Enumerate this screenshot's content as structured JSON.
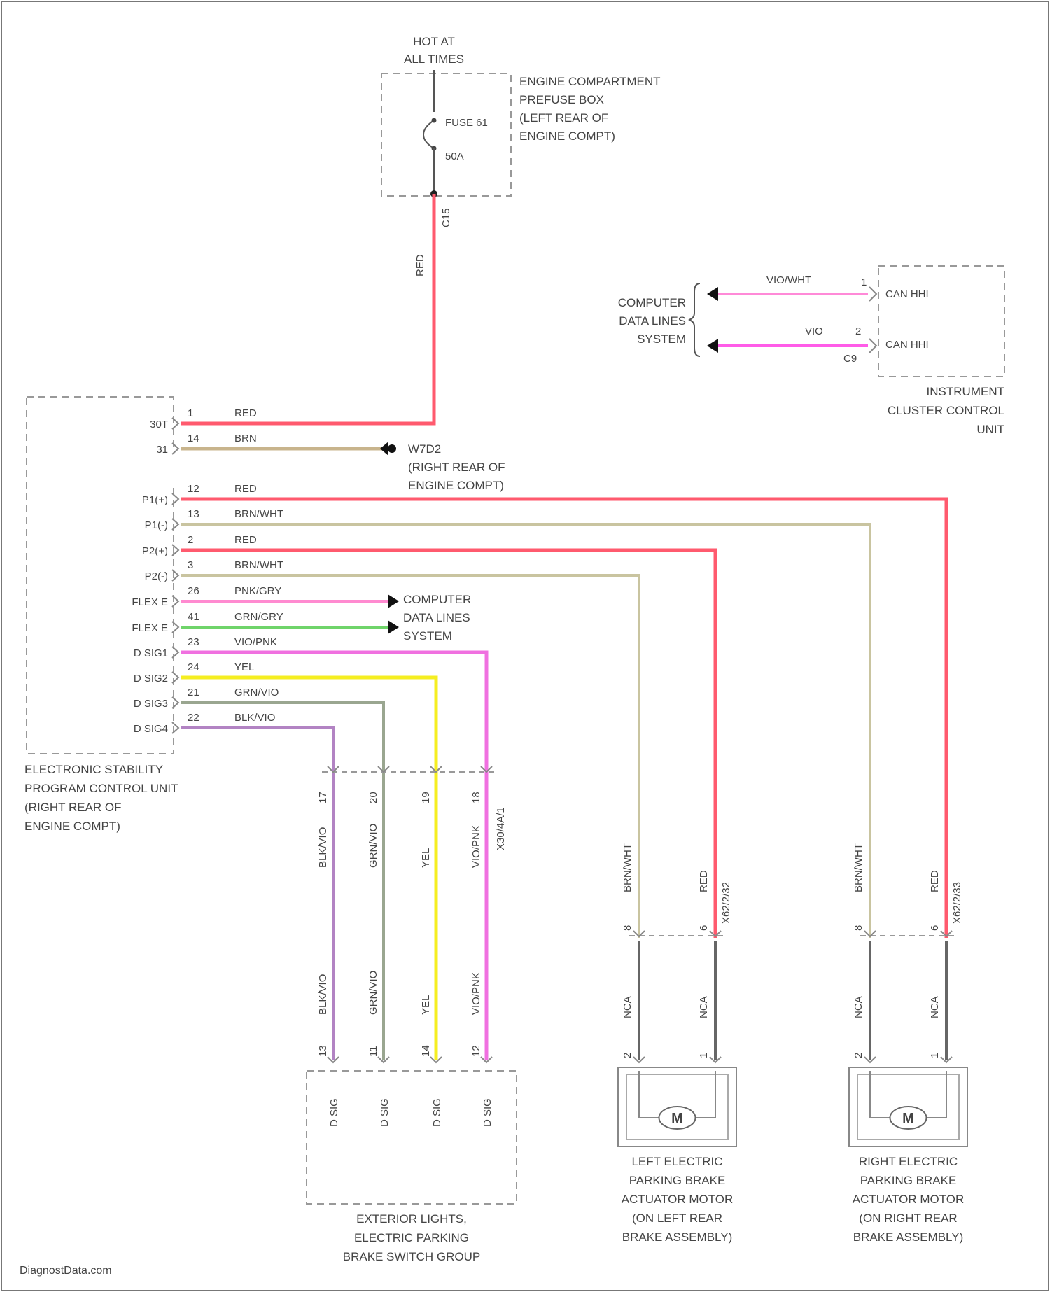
{
  "fuse_box": {
    "hot": [
      "HOT AT",
      "ALL TIMES"
    ],
    "fuse_name": "FUSE 61",
    "fuse_rating": "50A",
    "connector": "C15",
    "name": [
      "ENGINE COMPARTMENT",
      "PREFUSE BOX",
      "(LEFT REAR OF",
      "ENGINE COMPT)"
    ]
  },
  "instrument_cluster": {
    "name": [
      "INSTRUMENT",
      "CLUSTER CONTROL",
      "UNIT"
    ],
    "connector": "C9",
    "pins": [
      {
        "num": "1",
        "label": "CAN HHI",
        "wire": "VIO/WHT"
      },
      {
        "num": "2",
        "label": "CAN HHI",
        "wire": "VIO"
      }
    ],
    "data_link": [
      "COMPUTER",
      "DATA LINES",
      "SYSTEM"
    ]
  },
  "ground": {
    "name": "W7D2",
    "location": [
      "(RIGHT REAR OF",
      "ENGINE COMPT)"
    ]
  },
  "esp": {
    "name": [
      "ELECTRONIC STABILITY",
      "PROGRAM CONTROL UNIT",
      "(RIGHT REAR OF",
      "ENGINE COMPT)"
    ],
    "pins": [
      {
        "term": "30T",
        "num": "1",
        "wire": "RED"
      },
      {
        "term": "31",
        "num": "14",
        "wire": "BRN"
      },
      {
        "term": "P1(+)",
        "num": "12",
        "wire": "RED"
      },
      {
        "term": "P1(-)",
        "num": "13",
        "wire": "BRN/WHT"
      },
      {
        "term": "P2(+)",
        "num": "2",
        "wire": "RED"
      },
      {
        "term": "P2(-)",
        "num": "3",
        "wire": "BRN/WHT"
      },
      {
        "term": "FLEX E",
        "num": "26",
        "wire": "PNK/GRY"
      },
      {
        "term": "FLEX E",
        "num": "41",
        "wire": "GRN/GRY"
      },
      {
        "term": "D SIG1",
        "num": "23",
        "wire": "VIO/PNK"
      },
      {
        "term": "D SIG2",
        "num": "24",
        "wire": "YEL"
      },
      {
        "term": "D SIG3",
        "num": "21",
        "wire": "GRN/VIO"
      },
      {
        "term": "D SIG4",
        "num": "22",
        "wire": "BLK/VIO"
      }
    ],
    "data_link": [
      "COMPUTER",
      "DATA LINES",
      "SYSTEM"
    ]
  },
  "red_wire_label": "RED",
  "switch_harness": {
    "connector": "X30/4A/1",
    "wires": [
      {
        "num_top": "17",
        "wire_top": "BLK/VIO",
        "wire_bottom": "BLK/VIO",
        "num_bottom": "13",
        "sig": "D SIG"
      },
      {
        "num_top": "20",
        "wire_top": "GRN/VIO",
        "wire_bottom": "GRN/VIO",
        "num_bottom": "11",
        "sig": "D SIG"
      },
      {
        "num_top": "19",
        "wire_top": "YEL",
        "wire_bottom": "YEL",
        "num_bottom": "14",
        "sig": "D SIG"
      },
      {
        "num_top": "18",
        "wire_top": "VIO/PNK",
        "wire_bottom": "VIO/PNK",
        "num_bottom": "12",
        "sig": "D SIG"
      }
    ],
    "name": [
      "EXTERIOR LIGHTS,",
      "ELECTRIC PARKING",
      "BRAKE SWITCH GROUP"
    ]
  },
  "motor_left": {
    "upper_wires": [
      "BRN/WHT",
      "RED"
    ],
    "connector": "X62/2/32",
    "pins_top": [
      "8",
      "6"
    ],
    "lower_wires": [
      "NCA",
      "NCA"
    ],
    "pins_bottom": [
      "2",
      "1"
    ],
    "symbol": "M",
    "name": [
      "LEFT ELECTRIC",
      "PARKING BRAKE",
      "ACTUATOR MOTOR",
      "(ON LEFT REAR",
      "BRAKE ASSEMBLY)"
    ]
  },
  "motor_right": {
    "upper_wires": [
      "BRN/WHT",
      "RED"
    ],
    "connector": "X62/2/33",
    "pins_top": [
      "8",
      "6"
    ],
    "lower_wires": [
      "NCA",
      "NCA"
    ],
    "pins_bottom": [
      "2",
      "1"
    ],
    "symbol": "M",
    "name": [
      "RIGHT ELECTRIC",
      "PARKING BRAKE",
      "ACTUATOR MOTOR",
      "(ON RIGHT REAR",
      "BRAKE ASSEMBLY)"
    ]
  },
  "watermark": "DiagnostData.com",
  "colors": {
    "red": "#ff5a6e",
    "brn": "#c8b48c",
    "brn_wht": "#c9c4a0",
    "pnk": "#ff8ad0",
    "grn": "#6fd46a",
    "vio_pnk": "#f070e0",
    "yel": "#f5ee20",
    "grn_vio": "#9aa690",
    "blk_vio": "#b283c3",
    "nca": "#666666",
    "vio": "#ff5ce8"
  }
}
